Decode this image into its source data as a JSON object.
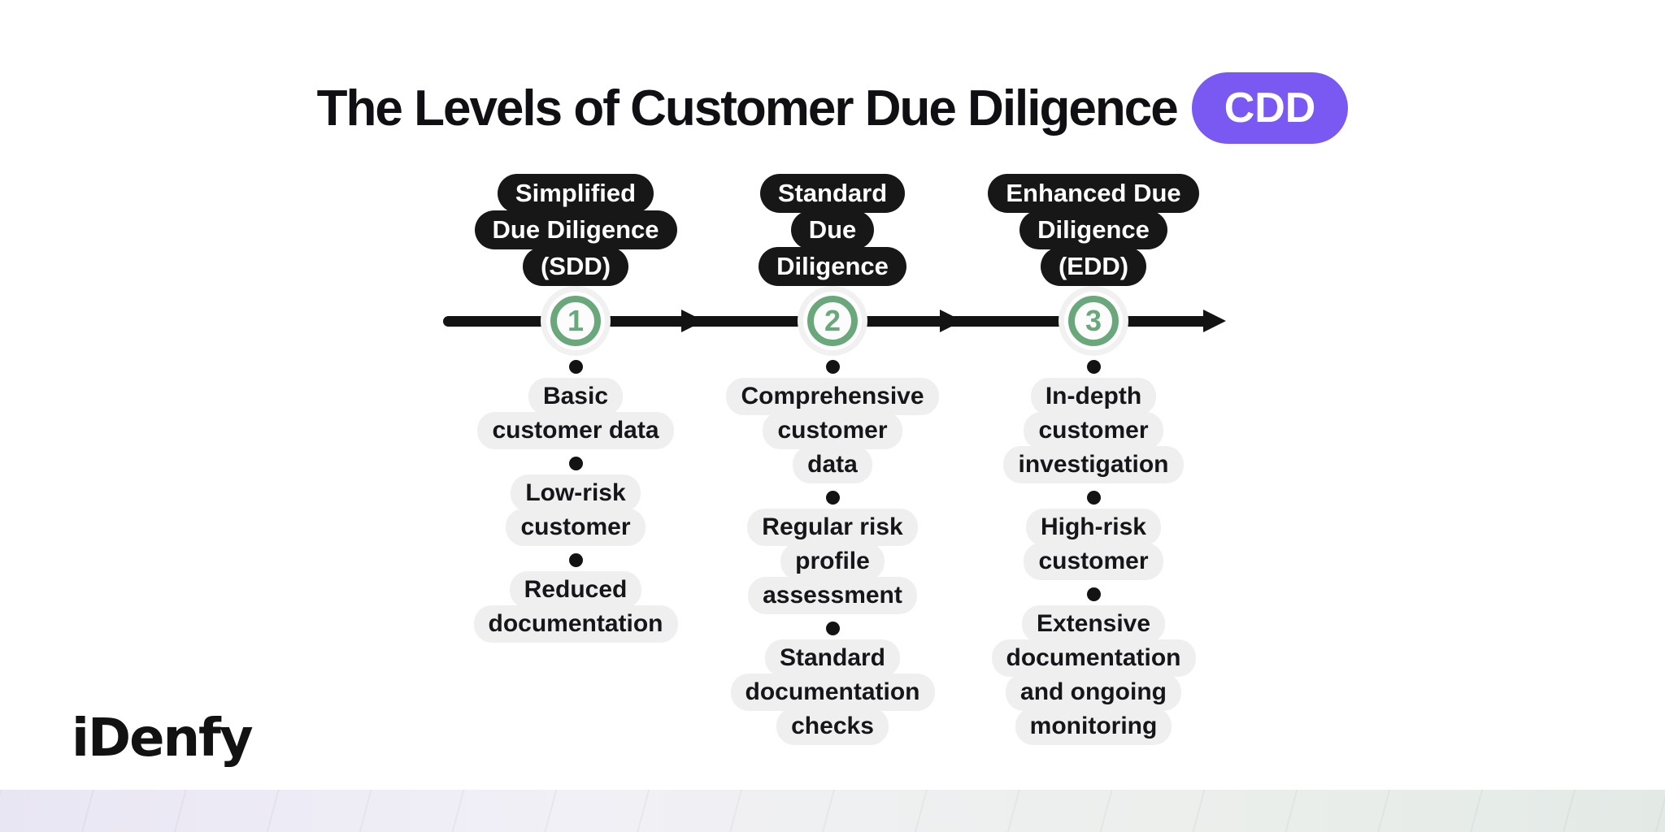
{
  "title": "The Levels of Customer Due Diligence",
  "badge": {
    "label": "CDD",
    "color": "#7A59F2"
  },
  "brand": {
    "logo_text": "iDenfy"
  },
  "colors": {
    "accent_purple": "#7A59F2",
    "ring_green": "#6AA87C",
    "blob_dark": "#171717",
    "blob_light": "#EFEFEF",
    "timeline_black": "#131313"
  },
  "timeline": {
    "direction": "left-to-right",
    "step_count": 3
  },
  "stages": [
    {
      "number": "1",
      "header_lines": [
        "Simplified",
        "Due Diligence",
        "(SDD)"
      ],
      "items": [
        {
          "lines": [
            "Basic",
            "customer data"
          ]
        },
        {
          "lines": [
            "Low-risk",
            "customer"
          ]
        },
        {
          "lines": [
            "Reduced",
            "documentation"
          ]
        }
      ]
    },
    {
      "number": "2",
      "header_lines": [
        "Standard",
        "Due",
        "Diligence"
      ],
      "items": [
        {
          "lines": [
            "Comprehensive",
            "customer",
            "data"
          ]
        },
        {
          "lines": [
            "Regular risk",
            "profile",
            "assessment"
          ]
        },
        {
          "lines": [
            "Standard",
            "documentation",
            "checks"
          ]
        }
      ]
    },
    {
      "number": "3",
      "header_lines": [
        "Enhanced Due",
        "Diligence",
        "(EDD)"
      ],
      "items": [
        {
          "lines": [
            "In-depth",
            "customer",
            "investigation"
          ]
        },
        {
          "lines": [
            "High-risk",
            "customer"
          ]
        },
        {
          "lines": [
            "Extensive",
            "documentation",
            "and ongoing",
            "monitoring"
          ]
        }
      ]
    }
  ]
}
